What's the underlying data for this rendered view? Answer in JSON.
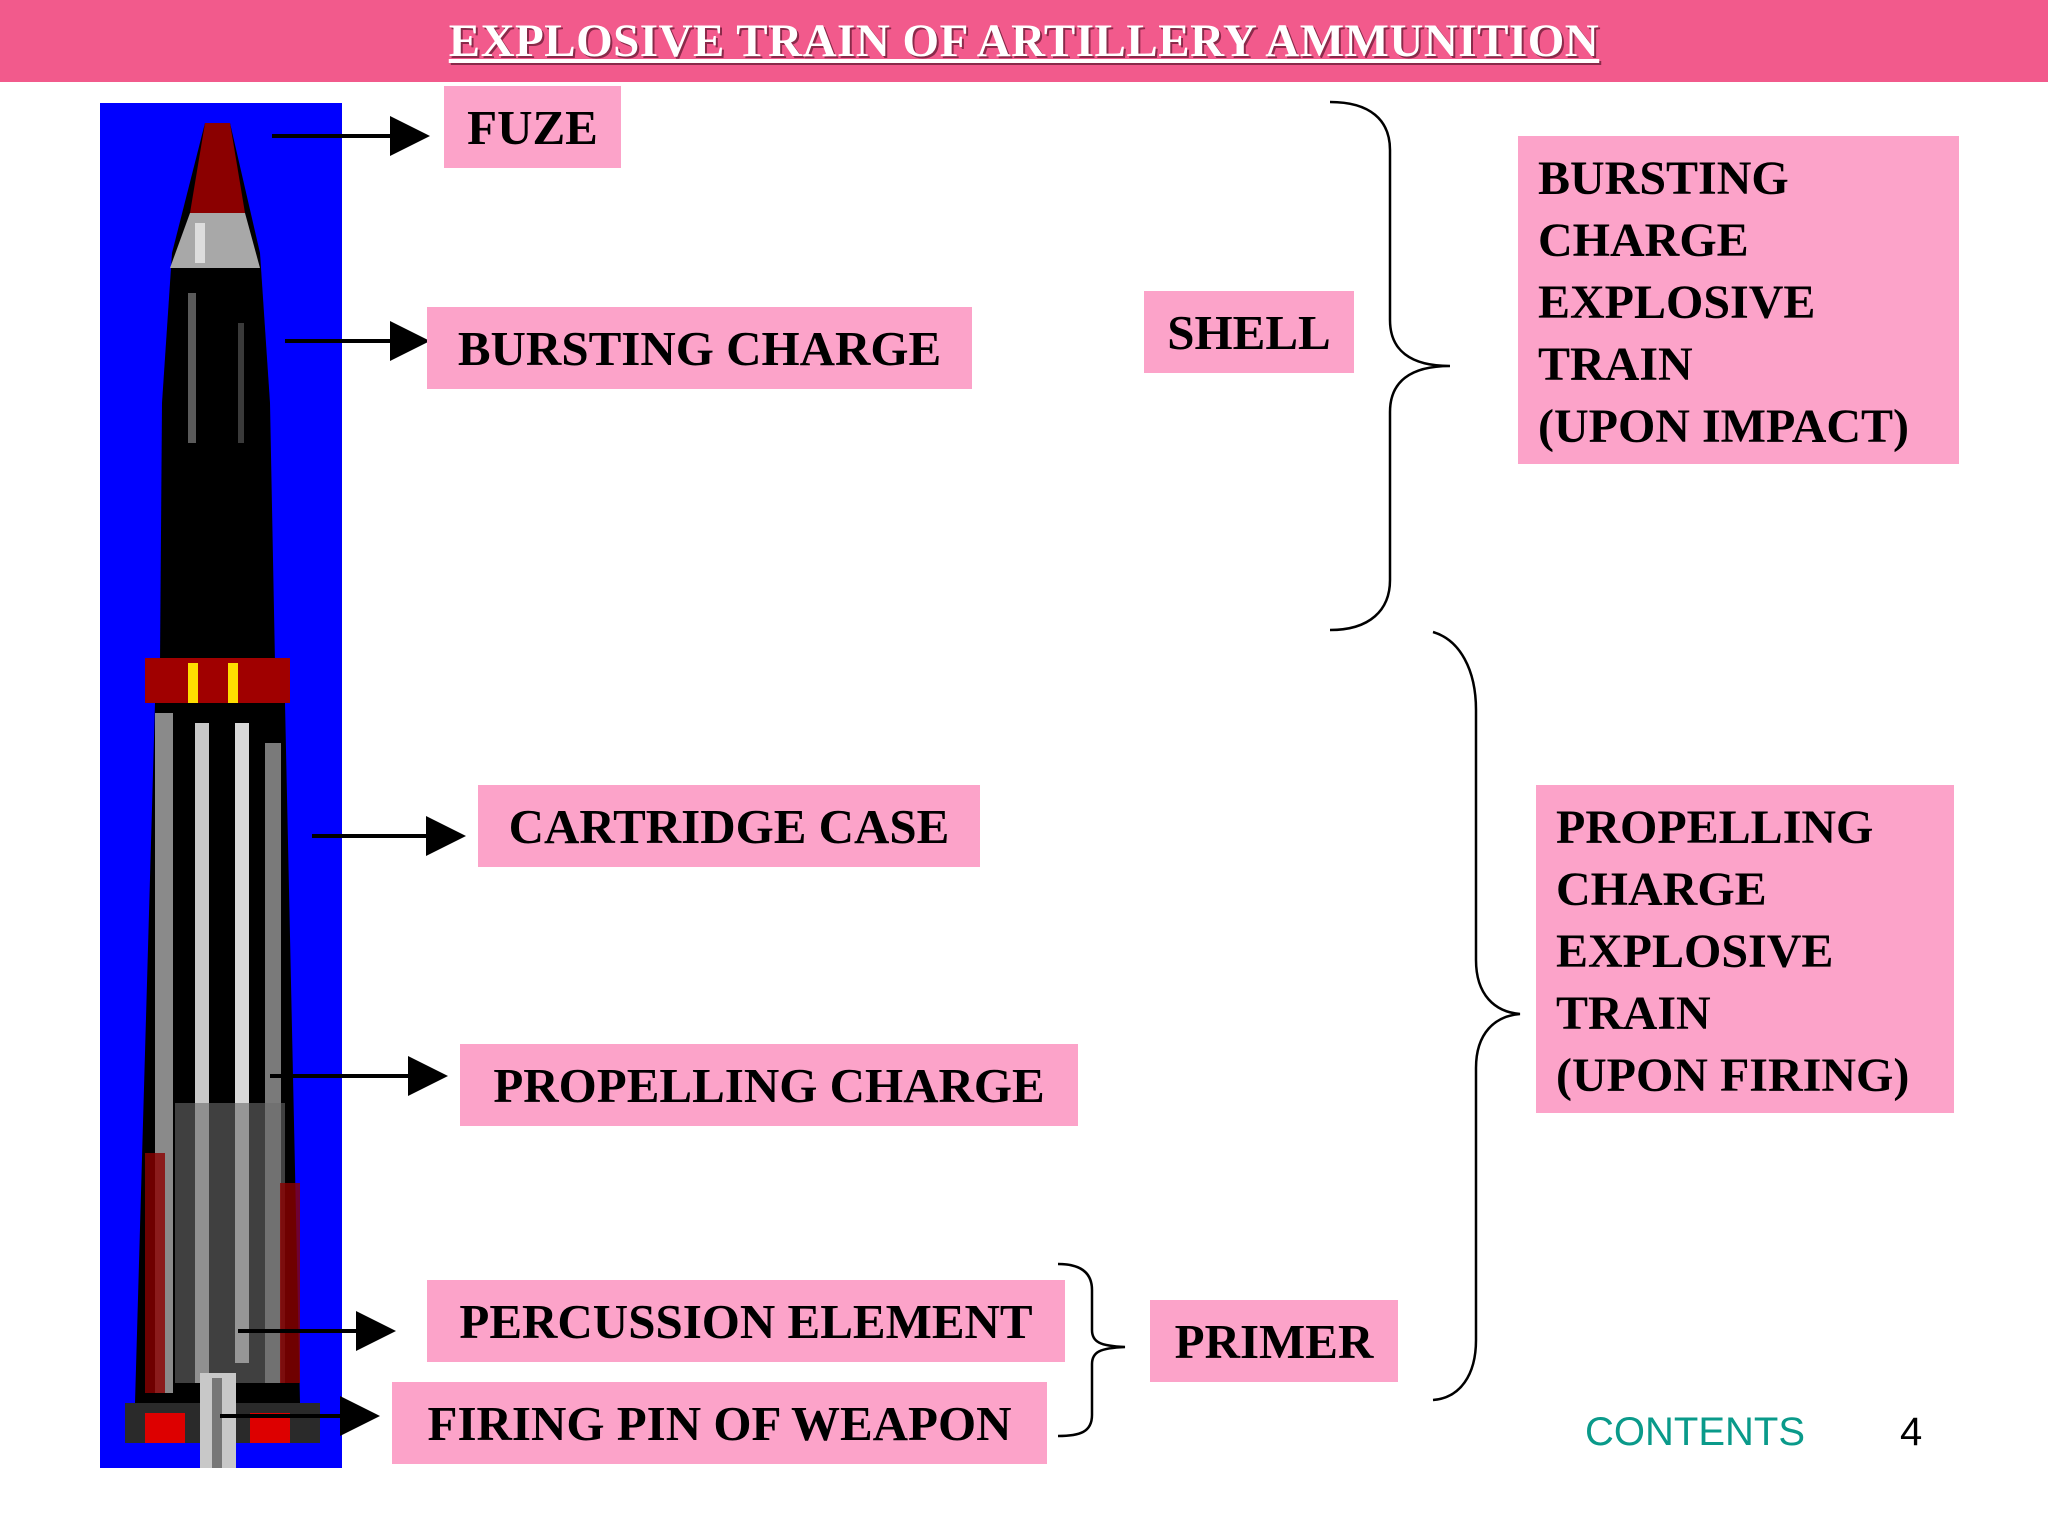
{
  "title": "EXPLOSIVE TRAIN OF ARTILLERY AMMUNITION",
  "components": {
    "fuze": "FUZE",
    "bursting_charge": "BURSTING CHARGE",
    "cartridge_case": "CARTRIDGE CASE",
    "propelling_charge": "PROPELLING CHARGE",
    "percussion_element": "PERCUSSION ELEMENT",
    "firing_pin": "FIRING PIN OF WEAPON"
  },
  "groups": {
    "shell": "SHELL",
    "primer": "PRIMER"
  },
  "trains": {
    "bursting": [
      "BURSTING",
      "CHARGE",
      "EXPLOSIVE",
      "TRAIN",
      "(UPON IMPACT)"
    ],
    "propelling": [
      "PROPELLING",
      "CHARGE",
      "EXPLOSIVE",
      "TRAIN",
      "(UPON FIRING)"
    ]
  },
  "footer": {
    "contents_link": "CONTENTS",
    "page_number": "4"
  },
  "colors": {
    "title_bar": "#f25a8c",
    "label_fill": "#fca3c9",
    "image_background": "#0000ff",
    "contents_link": "#0a9a8a"
  }
}
